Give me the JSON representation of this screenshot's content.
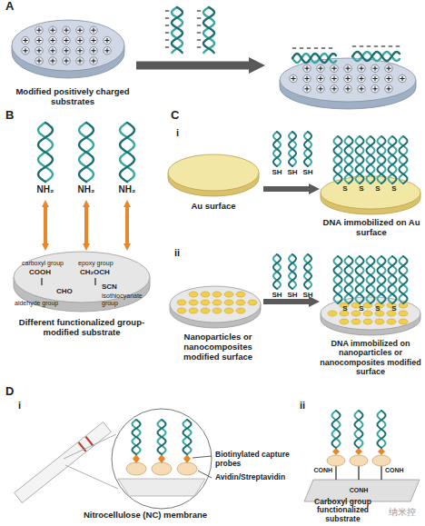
{
  "diagram": {
    "labels": [
      "A",
      "Modified positively charged substrates",
      "B",
      "NH₂",
      "NH₂",
      "NH₂",
      "carboxyl group",
      "COOH",
      "epoxy group",
      "CH₂OCH",
      "aldehyde group",
      "CHO",
      "SCN",
      "isothiocyanate group",
      "Different functionalized group-modified substrate",
      "C",
      "i",
      "SH",
      "SH",
      "SH",
      "Au surface",
      "S",
      "S",
      "S",
      "S",
      "DNA immobilized on Au surface",
      "ii",
      "SH",
      "SH",
      "SH",
      "Nanoparticles or nanocomposites modified surface",
      "S",
      "S",
      "S",
      "S",
      "DNA immobilized on nanoparticles or nanocomposites modified surface",
      "D",
      "i",
      "Biotinylated capture probes",
      "Avidin/Streptavidin",
      "Nitrocellulose (NC) membrane",
      "ii",
      "CONH",
      "CONH",
      "CONH",
      "Carboxyl group functionalized substrate",
      "纳米控"
    ]
  }
}
